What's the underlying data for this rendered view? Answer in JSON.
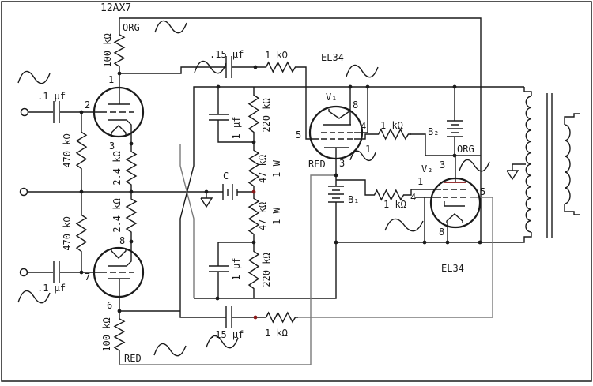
{
  "schematic": {
    "title": "12AX7",
    "labels": {
      "tube_family": "12AX7",
      "org_top": "ORG",
      "red_bottom": "RED",
      "red_mid": "RED",
      "org_mid": "ORG",
      "el34_top": "EL34",
      "el34_bottom": "EL34",
      "v1": "V₁",
      "v2": "V₂",
      "b1": "B₁",
      "b2": "B₂",
      "c_battery": "C"
    },
    "components": {
      "r100k_top": "100 kΩ",
      "r470k_top": "470 kΩ",
      "r2k4_top": "2.4 kΩ",
      "c01_top": ".1 µf",
      "c15_top": ".15 µf",
      "r1k_top": "1 kΩ",
      "c1_top": "1 µf",
      "r220k_top": "220 kΩ",
      "r47k_top": "47 kΩ",
      "r47k_top_w": "1 W",
      "r47k_bot": "47 kΩ",
      "r47k_bot_w": "1 W",
      "r220k_bot": "220 kΩ",
      "c1_bot": "1 µf",
      "c15_bot": ".15 µf",
      "r1k_bot": "1 kΩ",
      "r2k4_bot": "2.4 kΩ",
      "r470k_bot": "470 kΩ",
      "c01_bot": ".1 µf",
      "r100k_bot": "100 kΩ",
      "r1k_v1": "1 kΩ",
      "r1k_v2": "1 kΩ"
    },
    "pins": {
      "t1_plate": "1",
      "t1_grid": "2",
      "t1_cathode": "3",
      "t2_grid": "7",
      "t2_cathode": "8",
      "t2_plate": "6",
      "v1_k": "8",
      "v1_g1": "5",
      "v1_g2": "4",
      "v1_g3": "1",
      "v1_a": "3",
      "v2_a": "3",
      "v2_g3": "1",
      "v2_g2": "4",
      "v2_g1": "5",
      "v2_k": "8"
    },
    "colors": {
      "ink": "#1a1a1a",
      "gray": "#7a7a7a",
      "plate_red": "#8b1a1a",
      "bg": "#ffffff"
    }
  }
}
